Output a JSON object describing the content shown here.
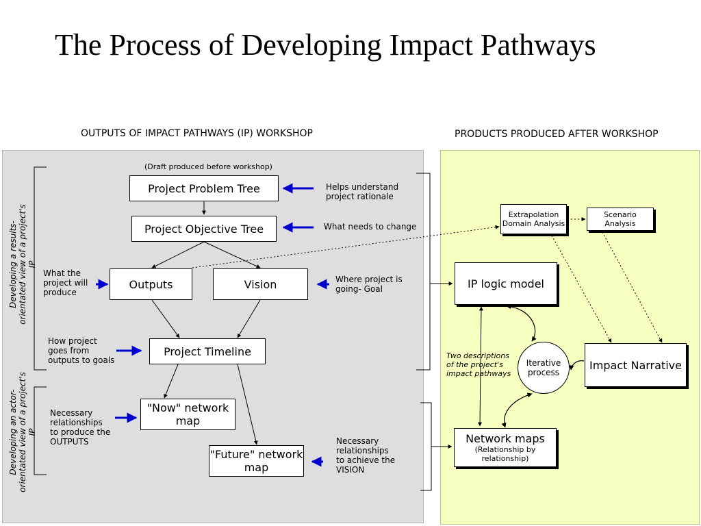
{
  "title": "The Process of Developing Impact Pathways",
  "sections": {
    "left": "OUTPUTS OF IMPACT PATHWAYS (IP) WORKSHOP",
    "right": "PRODUCTS PRODUCED AFTER WORKSHOP"
  },
  "left_panel": {
    "draft_note": "(Draft produced before workshop)",
    "vertical_labels": {
      "results": "Developing a results-orientated view of a project's IP",
      "actor": "Developing an actor-orientated view of a project's IP"
    },
    "boxes": {
      "problem_tree": "Project Problem Tree",
      "objective_tree": "Project Objective Tree",
      "outputs": "Outputs",
      "vision": "Vision",
      "timeline": "Project Timeline",
      "now_map": "\"Now\" network map",
      "future_map": "\"Future\" network  map"
    },
    "notes": {
      "problem": "Helps understand project rationale",
      "objective": "What needs to change",
      "outputs": "What the project will produce",
      "vision": "Where project is going- Goal",
      "timeline": "How project goes from outputs to goals",
      "now": "Necessary relationships to produce the OUTPUTS",
      "future": "Necessary relationships to achieve the VISION"
    }
  },
  "right_panel": {
    "extrapolation": "Extrapolation Domain Analysis",
    "scenario": "Scenario Analysis",
    "ip_logic": "IP logic model",
    "iterative": "Iterative process",
    "impact": "Impact Narrative",
    "network_maps": "Network maps",
    "network_maps_sub": "(Relationship by relationship)",
    "two_desc": "Two descriptions of the project's impact pathways"
  },
  "colors": {
    "left_panel": "#dedede",
    "right_panel": "#f6ffc0",
    "arrow_blue": "#0000cc"
  }
}
